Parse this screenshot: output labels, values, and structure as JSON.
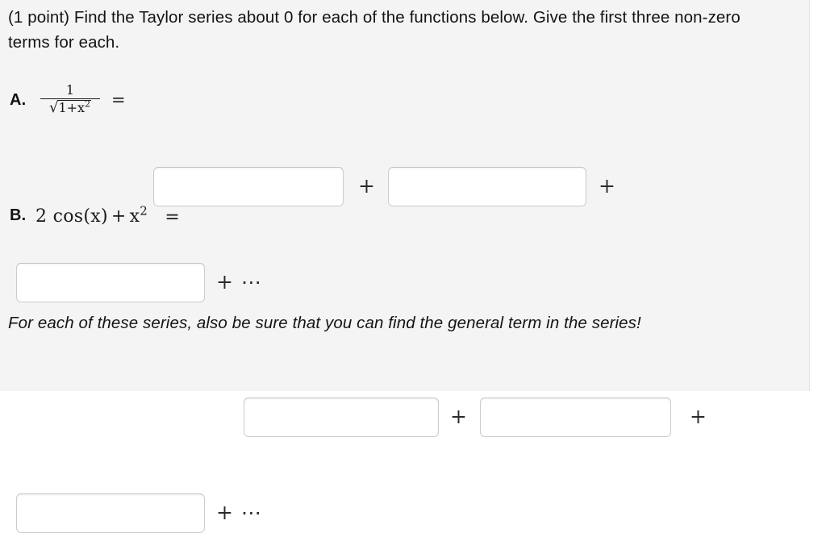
{
  "problem": {
    "prompt": "(1 point) Find the Taylor series about 0 for each of the functions below. Give the first three non-zero terms for each.",
    "note": "For each of these series, also be sure that you can find the general term in the series!",
    "plus_sign": "+",
    "plus_ellipsis": "+ ⋯",
    "equals_sign": "=",
    "parts": [
      {
        "label": "A.",
        "expression_text": "1/sqrt(1+x^2)",
        "fraction": {
          "numerator": "1",
          "radical_sign": "√",
          "radicand_base": "1+x",
          "radicand_exponent": "2"
        },
        "answers": [
          {
            "name": "term-1",
            "value": "",
            "placeholder": ""
          },
          {
            "name": "term-2",
            "value": "",
            "placeholder": ""
          },
          {
            "name": "term-3",
            "value": "",
            "placeholder": ""
          }
        ]
      },
      {
        "label": "B.",
        "expression_text": "2 cos(x) + x^2",
        "tokens": {
          "coefficient": "2",
          "function": "cos(x)",
          "operator": "+",
          "variable": "x",
          "exponent": "2"
        },
        "answers": [
          {
            "name": "term-1",
            "value": "",
            "placeholder": ""
          },
          {
            "name": "term-2",
            "value": "",
            "placeholder": ""
          },
          {
            "name": "term-3",
            "value": "",
            "placeholder": ""
          }
        ]
      }
    ]
  },
  "colors": {
    "background": "#f4f4f4",
    "text": "#141414",
    "input_border": "#cdcdcd",
    "input_background": "#ffffff",
    "panel_edge": "#ffffff"
  }
}
